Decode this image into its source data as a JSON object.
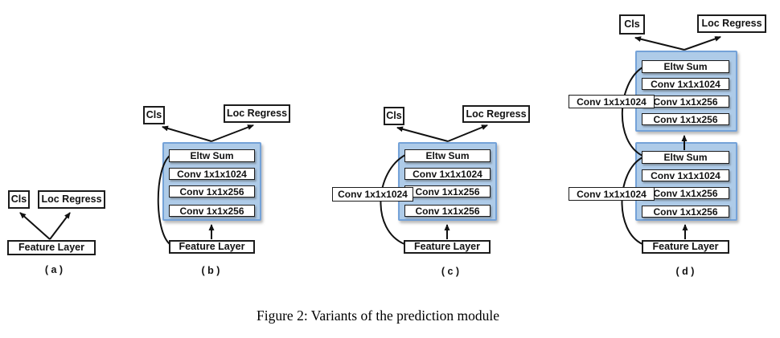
{
  "figure": {
    "caption": "Figure 2: Variants of the prediction module"
  },
  "colors": {
    "module_fill": "#aecbe8",
    "module_border": "#74a2d8",
    "box_border": "#1c1c1c",
    "arrow": "#111111"
  },
  "diagrams": {
    "a": {
      "tag": "( a )",
      "cls": "Cls",
      "loc_regress": "Loc Regress",
      "feature_layer": "Feature Layer"
    },
    "b": {
      "tag": "( b )",
      "cls": "Cls",
      "loc_regress": "Loc Regress",
      "feature_layer": "Feature Layer",
      "module": {
        "eltw_sum": "Eltw Sum",
        "conv_1024": "Conv 1x1x1024",
        "conv_256_a": "Conv 1x1x256",
        "conv_256_b": "Conv 1x1x256"
      }
    },
    "c": {
      "tag": "( c )",
      "cls": "Cls",
      "loc_regress": "Loc Regress",
      "feature_layer": "Feature Layer",
      "skip_conv": "Conv 1x1x1024",
      "module": {
        "eltw_sum": "Eltw Sum",
        "conv_1024": "Conv 1x1x1024",
        "conv_256_a": "Conv 1x1x256",
        "conv_256_b": "Conv 1x1x256"
      }
    },
    "d": {
      "tag": "( d )",
      "cls": "Cls",
      "loc_regress": "Loc Regress",
      "feature_layer": "Feature Layer",
      "skip_conv_upper": "Conv 1x1x1024",
      "skip_conv_lower": "Conv 1x1x1024",
      "module_upper": {
        "eltw_sum": "Eltw Sum",
        "conv_1024": "Conv 1x1x1024",
        "conv_256_a": "Conv 1x1x256",
        "conv_256_b": "Conv 1x1x256"
      },
      "module_lower": {
        "eltw_sum": "Eltw Sum",
        "conv_1024": "Conv 1x1x1024",
        "conv_256_a": "Conv 1x1x256",
        "conv_256_b": "Conv 1x1x256"
      }
    }
  }
}
